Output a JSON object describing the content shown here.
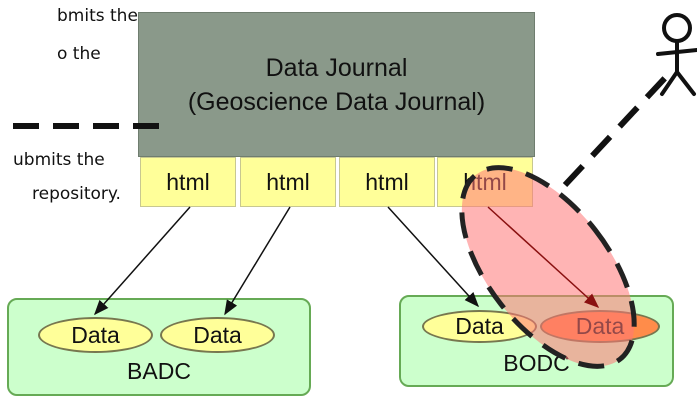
{
  "left_text": {
    "top_line1": "bmits the",
    "top_line2": "o the",
    "bottom_line1": "ubmits the",
    "bottom_line2": "repository."
  },
  "journal": {
    "line1": "Data Journal",
    "line2": "(Geoscience Data Journal)"
  },
  "html_pages": [
    "html",
    "html",
    "html",
    "html"
  ],
  "repositories": [
    {
      "label": "BADC",
      "datasets": [
        "Data",
        "Data"
      ]
    },
    {
      "label": "BODC",
      "datasets": [
        "Data",
        "Data"
      ]
    }
  ],
  "colors": {
    "journal_fill": "#8a998a",
    "html_fill": "#ffff99",
    "repo_fill": "#ccffcc",
    "repo_border": "#66aa55",
    "highlight_fill": "#ff9999",
    "highlighted_data_fill": "#ff8c4a"
  },
  "icons": [
    "stick-figure-icon"
  ]
}
